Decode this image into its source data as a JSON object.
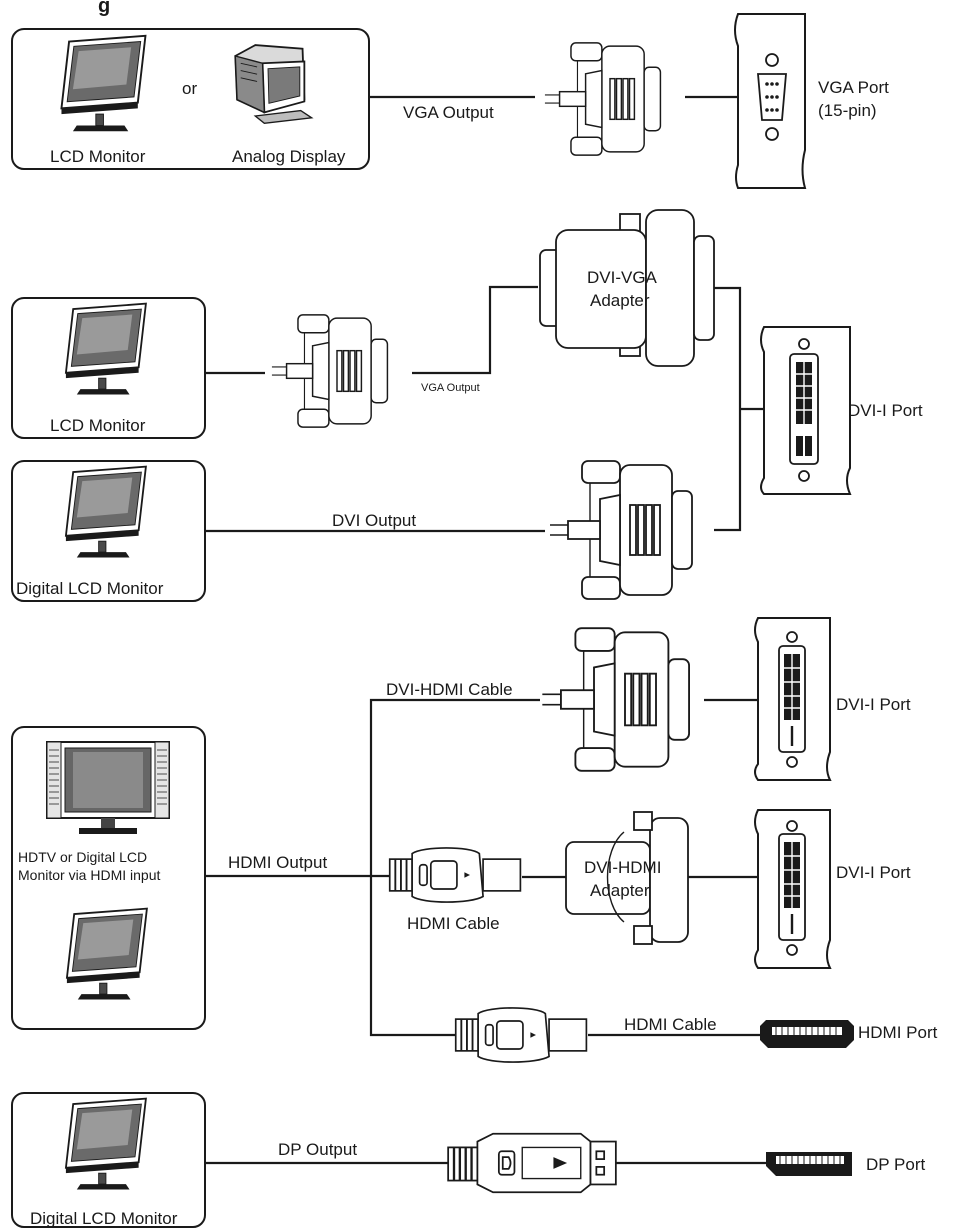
{
  "header": {
    "partial_title": "g"
  },
  "vga_section": {
    "monitor_label": "LCD Monitor",
    "or_label": "or",
    "analog_label": "Analog Display",
    "output_label": "VGA Output",
    "port_label_line1": "VGA Port",
    "port_label_line2": "(15-pin)"
  },
  "dvi_section": {
    "lcd_monitor_label": "LCD Monitor",
    "vga_output_label": "VGA Output",
    "adapter_line1": "DVI-VGA",
    "adapter_line2": "Adapter",
    "digital_monitor_label": "Digital LCD Monitor",
    "dvi_output_label": "DVI Output",
    "port_label": "DVI-I Port"
  },
  "hdmi_section": {
    "tv_label_line1": "HDTV or Digital LCD",
    "tv_label_line2": "Monitor via HDMI input",
    "hdmi_output_label": "HDMI Output",
    "dvi_hdmi_cable_label": "DVI-HDMI Cable",
    "port1_label": "DVI-I Port",
    "hdmi_cable_label": "HDMI Cable",
    "adapter_line1": "DVI-HDMI",
    "adapter_line2": "Adapter",
    "port2_label": "DVI-I Port",
    "hdmi_cable2_label": "HDMI Cable",
    "hdmi_port_label": "HDMI Port"
  },
  "dp_section": {
    "monitor_label": "Digital LCD Monitor",
    "output_label": "DP Output",
    "port_label": "DP Port"
  }
}
